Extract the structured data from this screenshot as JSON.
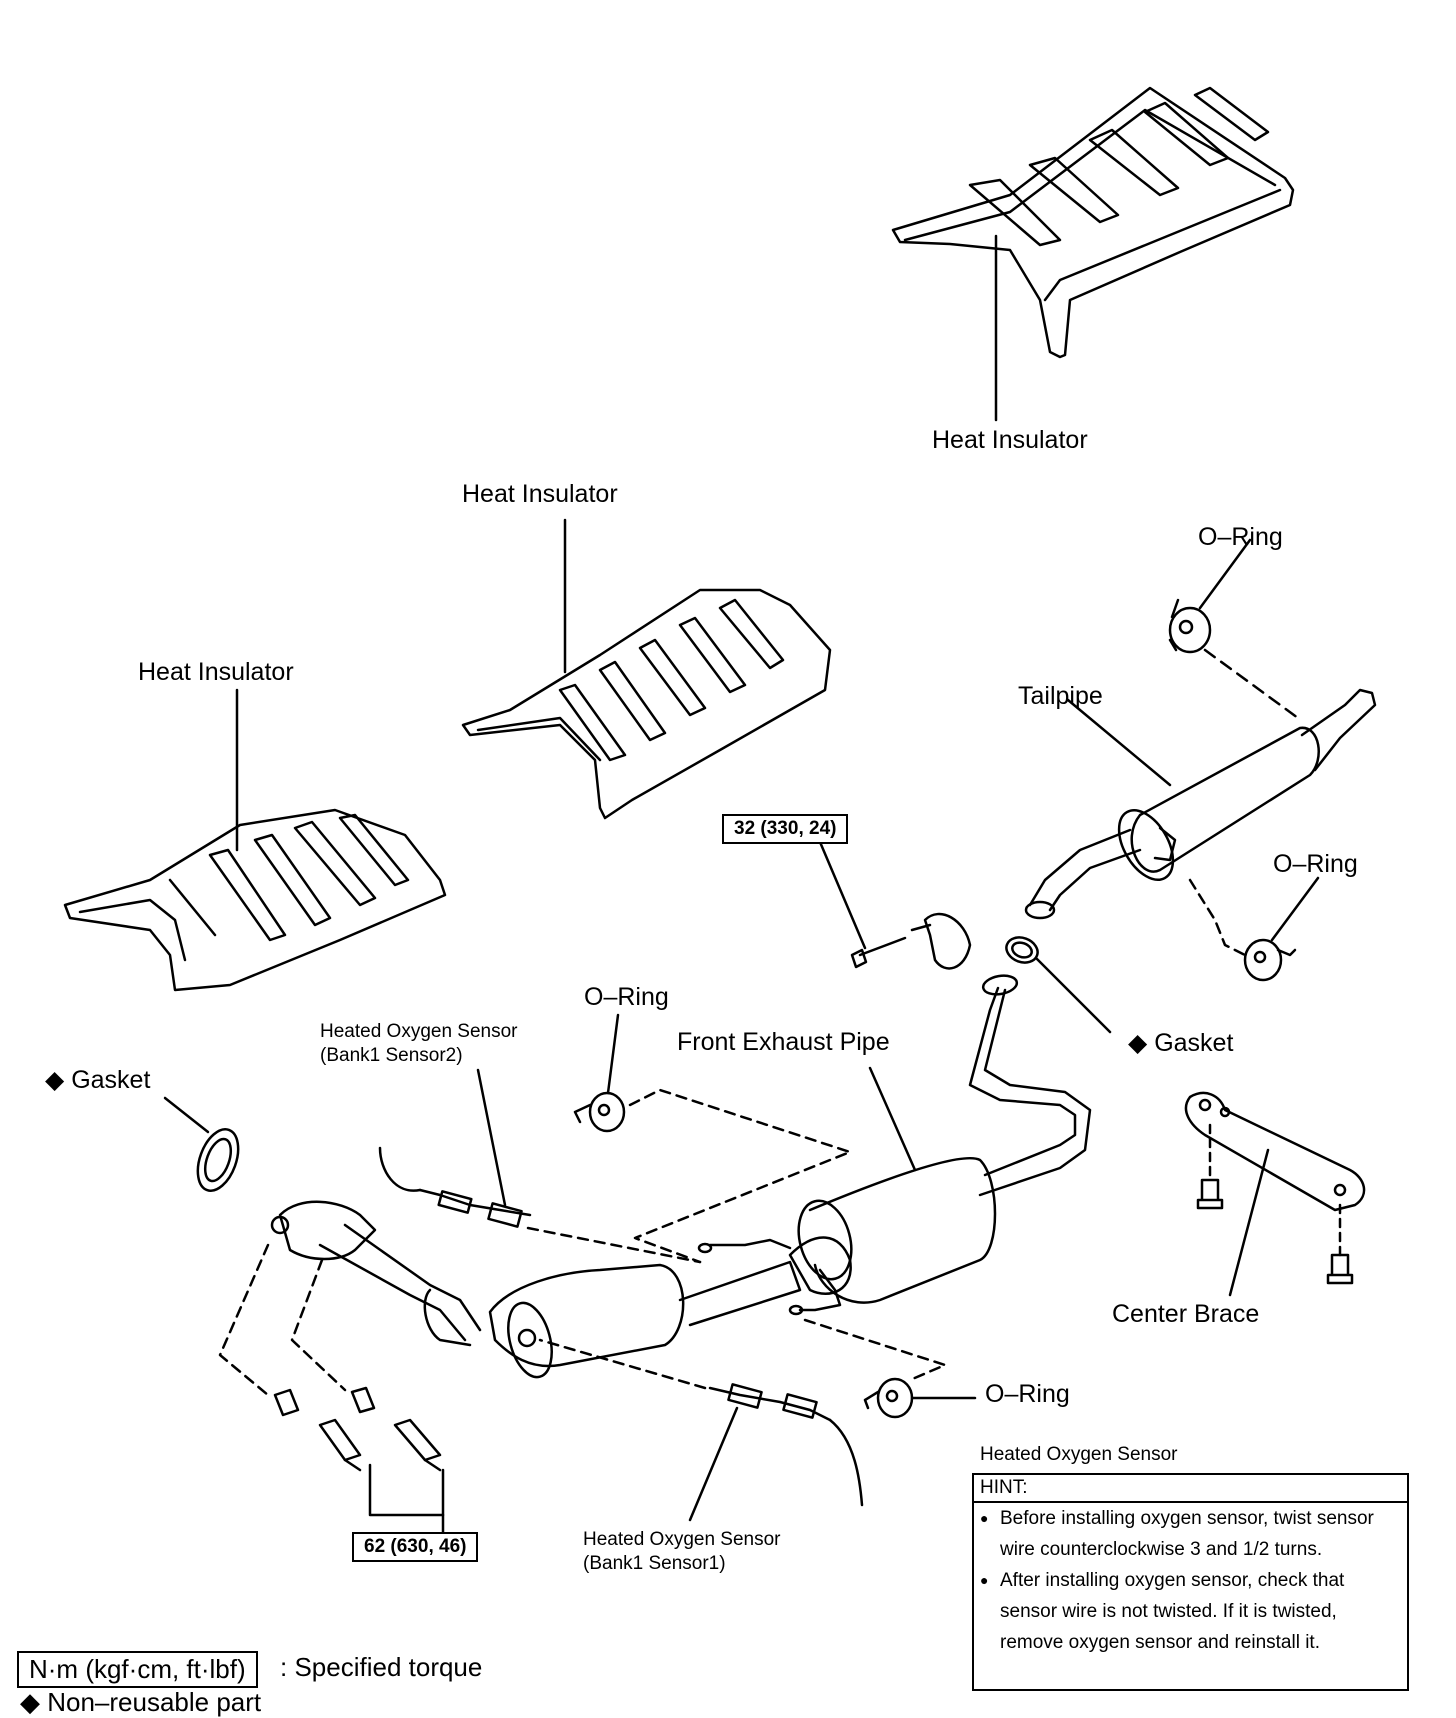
{
  "labels": {
    "heat_insulator_rear": "Heat Insulator",
    "heat_insulator_center": "Heat Insulator",
    "heat_insulator_front": "Heat Insulator",
    "o_ring_top": "O–Ring",
    "tailpipe": "Tailpipe",
    "o_ring_tailpipe": "O–Ring",
    "o_ring_center": "O–Ring",
    "front_exhaust_pipe": "Front Exhaust Pipe",
    "gasket_right": "Gasket",
    "gasket_left": "Gasket",
    "hos_bank1_sensor2": "Heated Oxygen Sensor\n(Bank1 Sensor2)",
    "hos_bank1_sensor1": "Heated Oxygen Sensor\n(Bank1 Sensor1)",
    "center_brace": "Center Brace",
    "o_ring_bottom": "O–Ring",
    "non_reusable_marker": "◆"
  },
  "torques": {
    "clamp_bolt": "32 (330, 24)",
    "flange_bolts": "62 (630, 46)"
  },
  "hint": {
    "title": "Heated Oxygen Sensor",
    "header": "HINT:",
    "items": [
      "Before installing oxygen sensor, twist sensor wire counterclockwise 3 and 1/2 turns.",
      "After installing oxygen sensor, check that sensor wire is not twisted. If it is twisted, remove oxygen sensor and reinstall it."
    ]
  },
  "legend": {
    "torque_unit_box": "N·m (kgf·cm, ft·lbf)",
    "torque_desc": ": Specified torque",
    "non_reusable": "◆ Non–reusable part"
  }
}
